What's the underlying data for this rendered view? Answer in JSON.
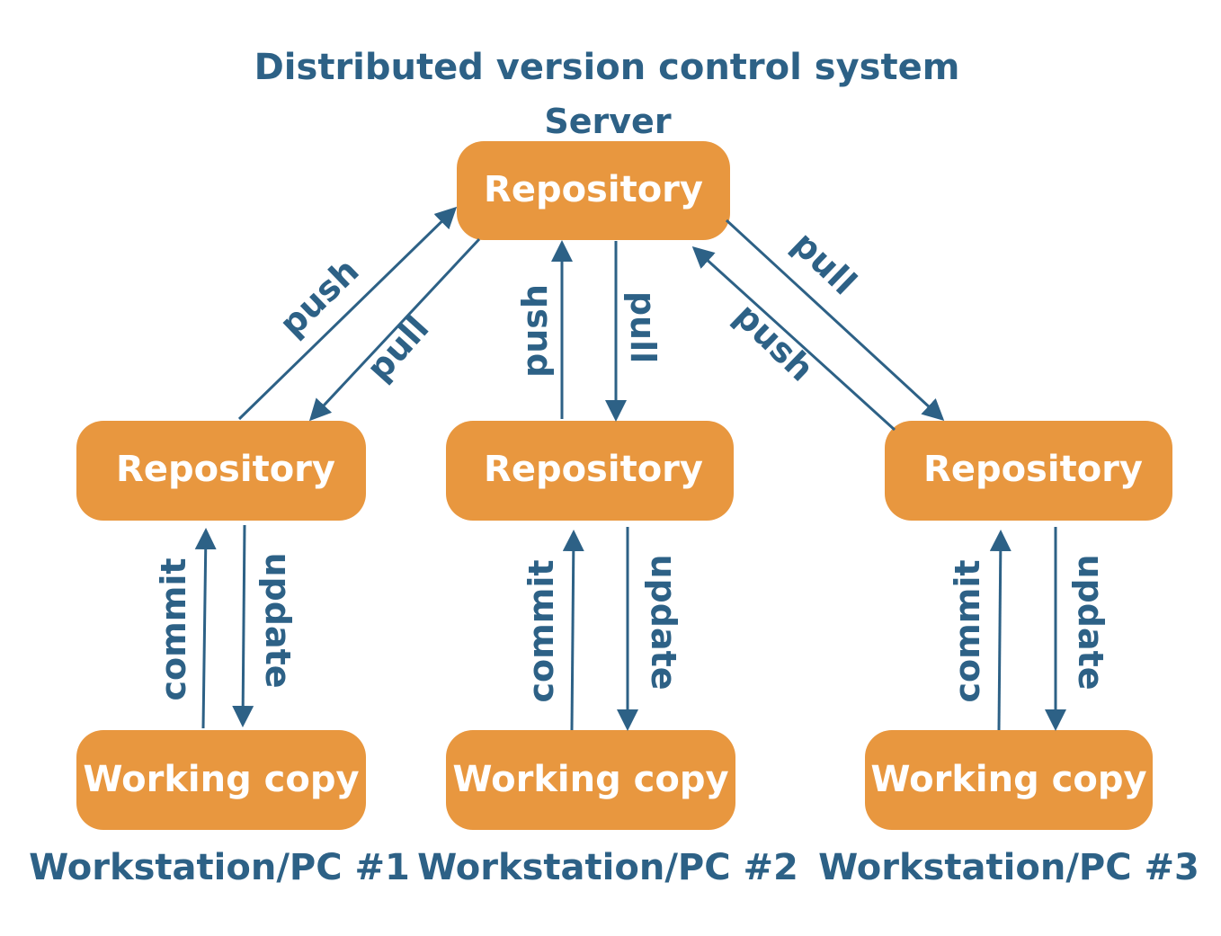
{
  "title": "Distributed version control system",
  "server": {
    "label": "Server",
    "repository": "Repository"
  },
  "workstations": [
    {
      "label": "Workstation/PC #1",
      "repository": "Repository",
      "working_copy": "Working copy"
    },
    {
      "label": "Workstation/PC #2",
      "repository": "Repository",
      "working_copy": "Working copy"
    },
    {
      "label": "Workstation/PC #3",
      "repository": "Repository",
      "working_copy": "Working copy"
    }
  ],
  "edge_labels": {
    "push": "push",
    "pull": "pull",
    "commit": "commit",
    "update": "update"
  },
  "colors": {
    "node_fill": "#e8973f",
    "node_text": "#ffffff",
    "line_and_label": "#2d6186",
    "background": "#ffffff"
  }
}
